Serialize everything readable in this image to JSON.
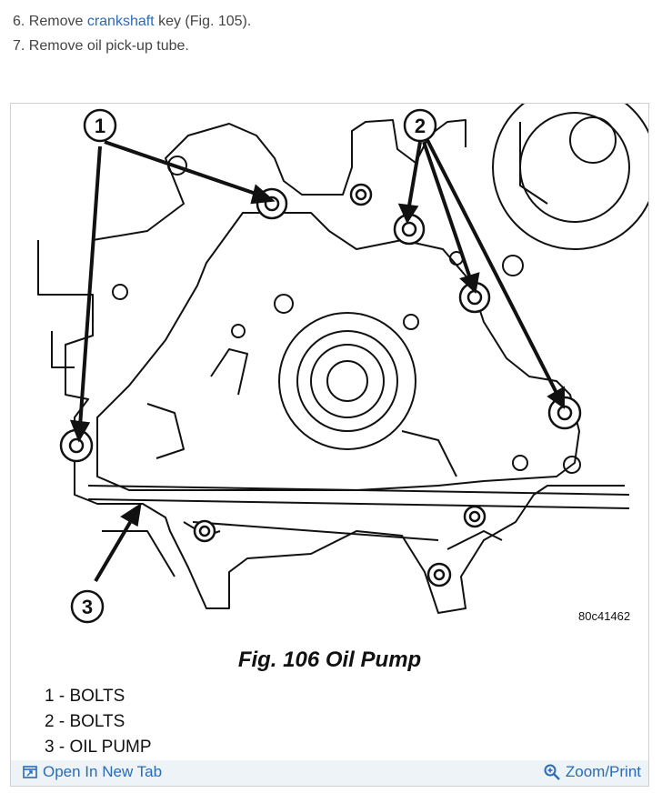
{
  "steps": {
    "step6_prefix": "6. Remove ",
    "step6_link": "crankshaft",
    "step6_suffix": " key (Fig. 105).",
    "step7": "7. Remove oil pick-up tube."
  },
  "figure": {
    "callouts": [
      "1",
      "2",
      "3"
    ],
    "code": "80c41462",
    "caption": "Fig. 106 Oil Pump",
    "legend": [
      "1 - BOLTS",
      "2 - BOLTS",
      "3 - OIL PUMP"
    ]
  },
  "toolbar": {
    "open_tab_label": "Open In New Tab",
    "zoom_label": "Zoom/Print",
    "open_tab_icon": "open-tab-icon",
    "zoom_icon": "magnifier-icon"
  },
  "colors": {
    "link": "#2a6bb5",
    "toolbar_bg": "#eef3f8"
  }
}
